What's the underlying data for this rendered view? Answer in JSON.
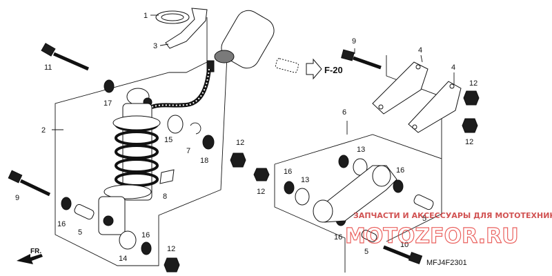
{
  "callouts": {
    "c1": "1",
    "c2": "2",
    "c3": "3",
    "c4a": "4",
    "c4b": "4",
    "c5a": "5",
    "c5b": "5",
    "c5c": "5",
    "c6": "6",
    "c7": "7",
    "c8": "8",
    "c9a": "9",
    "c9b": "9",
    "c10": "10",
    "c11": "11",
    "c12a": "12",
    "c12b": "12",
    "c12c": "12",
    "c12d": "12",
    "c12e": "12",
    "c13a": "13",
    "c13b": "13",
    "c14": "14",
    "c15": "15",
    "c16a": "16",
    "c16b": "16",
    "c16c": "16",
    "c16d": "16",
    "c16e": "16",
    "c17": "17",
    "c18": "18"
  },
  "reference": "F-20",
  "front_arrow": "FR.",
  "diagram_code": "MFJ4F2301",
  "watermark": {
    "tagline": "ЗАПЧАСТИ И АКСЕССУАРЫ ДЛЯ МОТОТЕХНИКИ",
    "brand": "MOTOZFOR.RU",
    "color": "#e53935"
  }
}
